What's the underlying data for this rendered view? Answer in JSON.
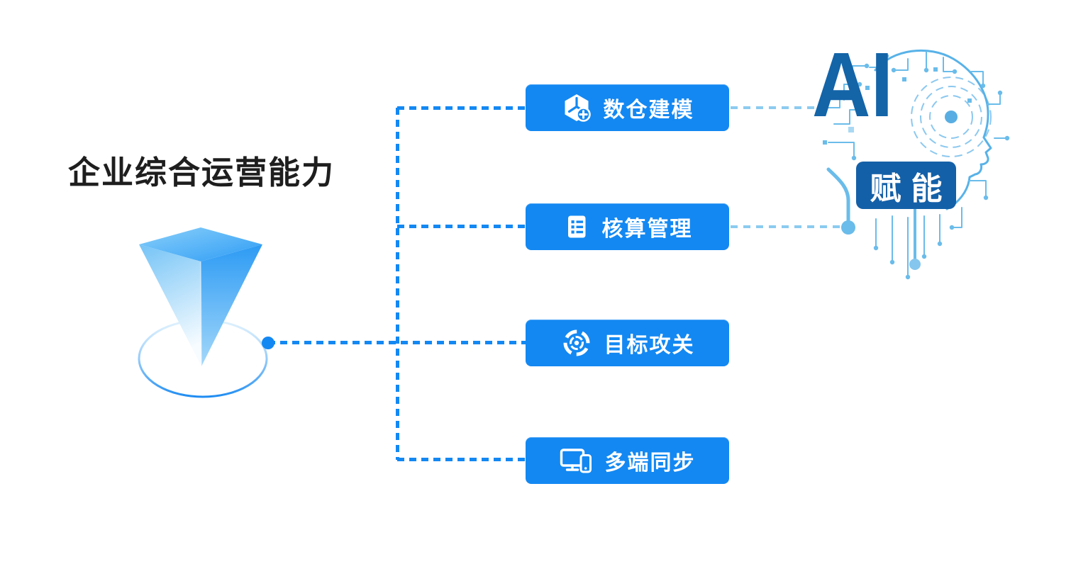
{
  "title": {
    "text": "企业综合运营能力"
  },
  "buttons": [
    {
      "label": "数仓建模",
      "icon": "cube-add-icon"
    },
    {
      "label": "核算管理",
      "icon": "checklist-icon"
    },
    {
      "label": "目标攻关",
      "icon": "target-icon"
    },
    {
      "label": "多端同步",
      "icon": "devices-icon"
    }
  ],
  "ai_graphic": {
    "headline": "AI",
    "badge": "赋能"
  },
  "colors": {
    "button_blue": "#1388F2",
    "connector_blue": "#1388F2",
    "connector_light_blue": "#8BCBF0",
    "ai_dark_blue": "#1464A8",
    "badge_blue": "#1460A8",
    "circuit_light_blue": "#6ABCEA",
    "pyramid_blue": "#2E9CF5",
    "title_color": "#1e1e1e"
  }
}
